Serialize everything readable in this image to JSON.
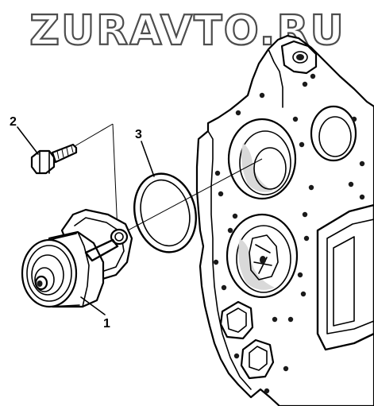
{
  "watermark": "ZURAVTO.RU",
  "callouts": [
    {
      "id": "1",
      "label": "1"
    },
    {
      "id": "2",
      "label": "2"
    },
    {
      "id": "3",
      "label": "3"
    }
  ],
  "colors": {
    "line": "#000000",
    "watermark_stroke": "#4d4d4d",
    "background": "#ffffff"
  }
}
